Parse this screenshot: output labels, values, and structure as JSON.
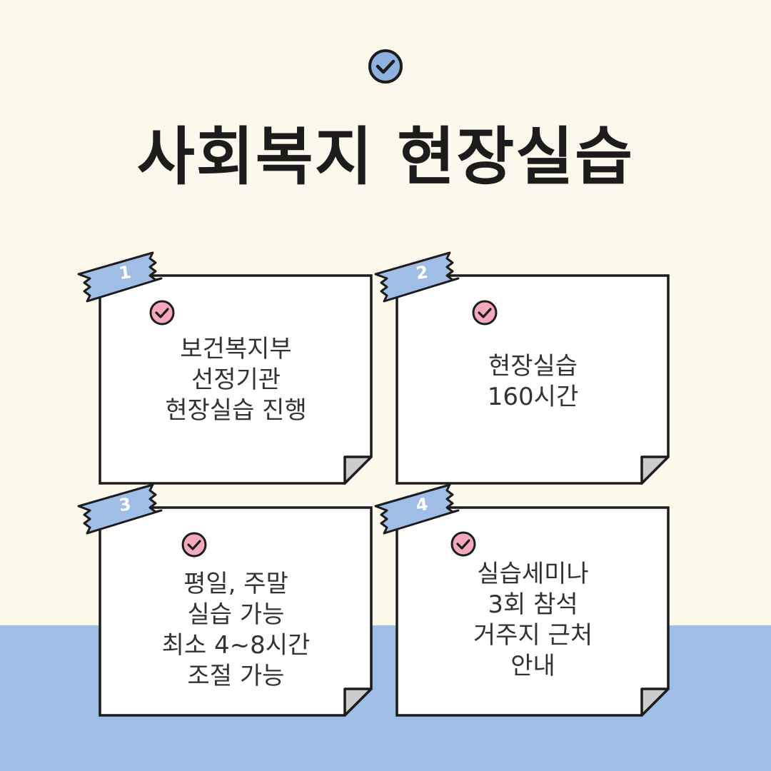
{
  "title": "사회복지 현장실습",
  "colors": {
    "background": "#fdf8ec",
    "band": "#a0bde5",
    "tape": "#a0bde5",
    "check_top": "#8fb1df",
    "check_pink": "#f3a8bc",
    "outline": "#1c1c1c",
    "fold": "#cccccc"
  },
  "icons": {
    "top": "check-circle-icon",
    "card": "check-circle-icon"
  },
  "cards": [
    {
      "number": "1",
      "lines": [
        "보건복지부",
        "선정기관",
        "현장실습 진행"
      ]
    },
    {
      "number": "2",
      "lines": [
        "현장실습",
        "160시간"
      ]
    },
    {
      "number": "3",
      "lines": [
        "평일, 주말",
        "실습 가능",
        "최소 4~8시간",
        "조절 가능"
      ]
    },
    {
      "number": "4",
      "lines": [
        "실습세미나",
        "3회 참석",
        "거주지 근처",
        "안내"
      ]
    }
  ]
}
